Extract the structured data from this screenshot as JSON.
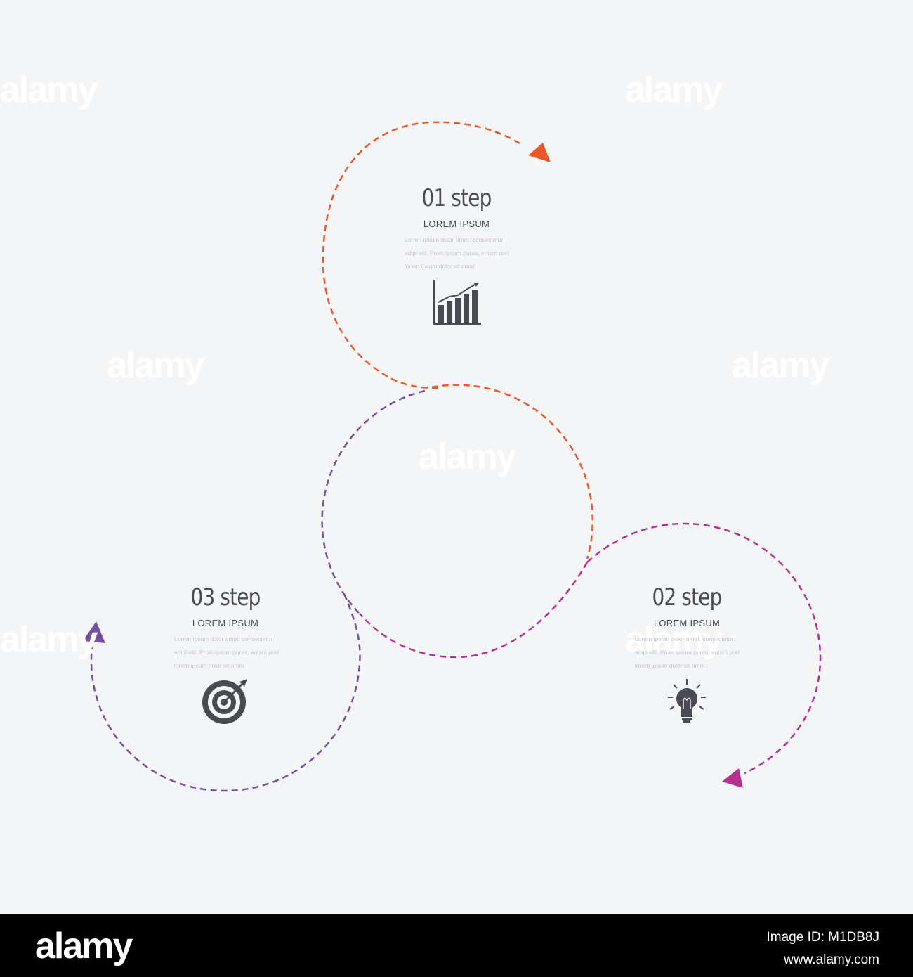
{
  "colors": {
    "background": "#f4f5f7",
    "orange": "#e8582b",
    "magenta": "#b52f8e",
    "purple": "#7650a0",
    "text_dark": "#4a4b52",
    "text_light": "#c6c7cc"
  },
  "steps": [
    {
      "title": "01 step",
      "subtitle": "LOREM IPSUM",
      "body": "Lorem ipsum dolor amet, consectetur adipi elit. Proin ipsum purus, euism pret lorem ipsum dolor sit amet",
      "icon": "bar-chart-icon",
      "color": "#e8582b"
    },
    {
      "title": "02 step",
      "subtitle": "LOREM IPSUM",
      "body": "Lorem ipsum dolor amet, consectetur adipi elit. Proin ipsum purus, euism pret lorem ipsum dolor sit amet",
      "icon": "lightbulb-icon",
      "color": "#b52f8e"
    },
    {
      "title": "03 step",
      "subtitle": "LOREM IPSUM",
      "body": "Lorem ipsum dolor amet, consectetur adipi elit. Proin ipsum purus, euism pret lorem ipsum dolor sit amet",
      "icon": "target-icon",
      "color": "#7650a0"
    }
  ],
  "watermark": "alamy",
  "footer": {
    "logo": "alamy",
    "image_id": "Image ID: M1DB8J",
    "site": "www.alamy.com"
  }
}
